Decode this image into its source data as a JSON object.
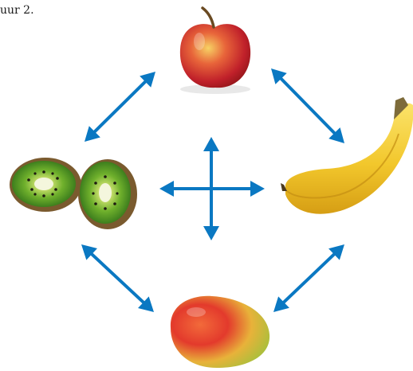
{
  "figure": {
    "caption": "uur 2."
  },
  "diagram": {
    "arrow_color": "#0a78c2",
    "nodes": [
      {
        "name": "apple",
        "icon": "apple-icon"
      },
      {
        "name": "banana",
        "icon": "banana-icon"
      },
      {
        "name": "kiwi",
        "icon": "kiwi-icon"
      },
      {
        "name": "mango",
        "icon": "mango-icon"
      }
    ],
    "edges": [
      {
        "from": "apple",
        "to": "kiwi",
        "direction": "both"
      },
      {
        "from": "apple",
        "to": "banana",
        "direction": "both"
      },
      {
        "from": "kiwi",
        "to": "mango",
        "direction": "both"
      },
      {
        "from": "banana",
        "to": "mango",
        "direction": "both"
      }
    ],
    "center_symbol": "four-way-arrow"
  }
}
